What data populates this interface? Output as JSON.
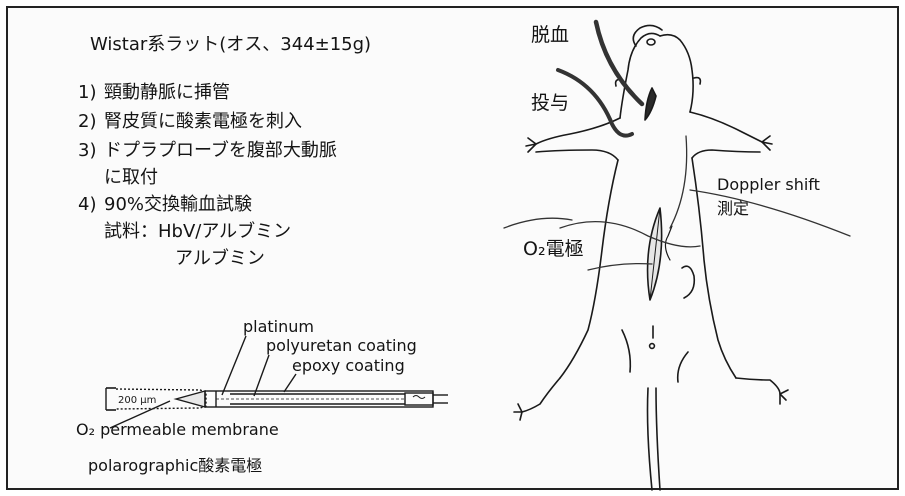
{
  "header": "Wistar系ラット(オス、344±15g)",
  "steps": [
    {
      "num": "1)",
      "text": "頸動静脈に挿管"
    },
    {
      "num": "2)",
      "text": "腎皮質に酸素電極を刺入"
    },
    {
      "num": "3)",
      "text": "ドプラプローブを腹部大動脈"
    },
    {
      "num": "",
      "text": "に取付"
    },
    {
      "num": "4)",
      "text": "90%交換輸血試験"
    }
  ],
  "sample_line": "試料：HbV/アルブミン",
  "sample_line2": "アルブミン",
  "electrode": {
    "platinum": "platinum",
    "polyurethane": "polyuretan coating",
    "epoxy": "epoxy coating",
    "scale": "200 μm",
    "membrane": "O₂ permeable membrane",
    "caption": "polarographic酸素電極"
  },
  "rat": {
    "bleed": "脱血",
    "admin": "投与",
    "doppler1": "Doppler shift",
    "doppler2": "測定",
    "o2": "O₂電極"
  }
}
